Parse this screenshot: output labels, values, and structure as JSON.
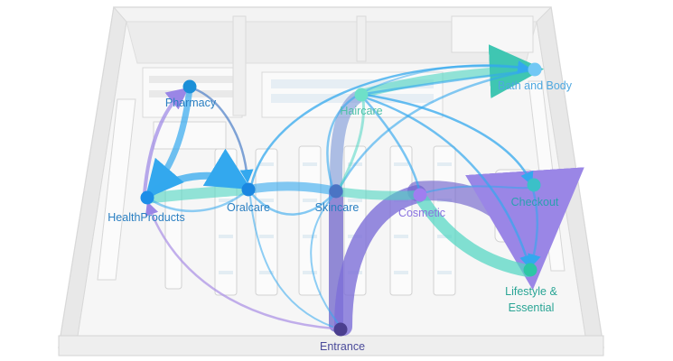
{
  "colors": {
    "blue": "#33a8ee",
    "teal": "#4fd6c2",
    "purple": "#7c6fd6",
    "light_purple": "#a98ee6",
    "navy": "#4b3f8f",
    "cyan": "#4fc1f0",
    "label_blue": "#2a7fc2",
    "label_teal": "#2aa595"
  },
  "nodes": [
    {
      "id": "pharmacy",
      "label": "Pharmacy",
      "color": "#1a8fd8",
      "label_color": "#2a7fc2"
    },
    {
      "id": "healthproducts",
      "label": "HealthProducts",
      "color": "#1c8ee8",
      "label_color": "#2a7fc2"
    },
    {
      "id": "oralcare",
      "label": "Oralcare",
      "color": "#1a86e0",
      "label_color": "#2a7fc2"
    },
    {
      "id": "skincare",
      "label": "Skincare",
      "color": "#4a74c4",
      "label_color": "#2a7fc2"
    },
    {
      "id": "haircare",
      "label": "Haircare",
      "color": "#6ee0c8",
      "label_color": "#4fc1a8"
    },
    {
      "id": "cosmetic",
      "label": "Cosmetic",
      "color": "#a07ef0",
      "label_color": "#8a73e0"
    },
    {
      "id": "bathandbody",
      "label": "Bath and Body",
      "color": "#72c8f5",
      "label_color": "#4fa8e0"
    },
    {
      "id": "checkout",
      "label": "Checkout",
      "color": "#3bc0c8",
      "label_color": "#2aa0b0"
    },
    {
      "id": "lifestyle",
      "label_line1": "Lifestyle &",
      "label_line2": "Essential",
      "color": "#2cc7a5",
      "label_color": "#2aa595"
    },
    {
      "id": "entrance",
      "label": "Entrance",
      "color": "#4b3f8f",
      "label_color": "#4b4b9a"
    }
  ]
}
